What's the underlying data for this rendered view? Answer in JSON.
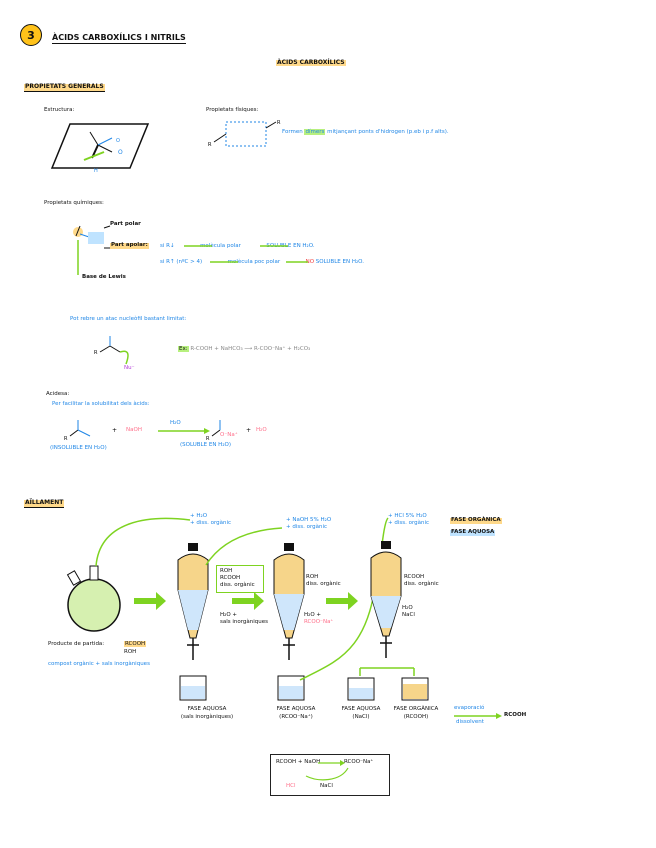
{
  "header": {
    "number": "3",
    "title": "ÀCIDS CARBOXÍLICS I NITRILS"
  },
  "section_title": "ÀCIDS CARBOXÍLICS",
  "properties": {
    "heading": "PROPIETATS GENERALS",
    "structure_label": "Estructura:",
    "physical_label": "Propietats físiques:",
    "physical_text_pre": "Formen",
    "physical_highlight": "dímers",
    "physical_text_post": "mitjançant ponts d'hidrogen (p.eb i p.f alts).",
    "chemical_label": "Propietats químiques:",
    "polar_part": "Part polar",
    "apolar_part": "Part apolar:",
    "apolar_line1_a": "si R↓",
    "apolar_line1_b": "molècula polar",
    "apolar_line1_c": "SOLUBLE EN H₂O.",
    "apolar_line2_a": "si R↑ (nºC > 4)",
    "apolar_line2_b": "molècula poc polar",
    "apolar_line2_c": "NO",
    "apolar_line2_d": "SOLUBLE EN H₂O.",
    "lewis_base": "Base de Lewis",
    "nucleophile_text": "Pot rebre un atac nucleòfil bastant limitat:",
    "nu_label": "Nu⁻",
    "example_label": "Ex:",
    "example_equation": "R-COOH + NaHCO₃ ⟶ R-COO⁻Na⁺ + H₂CO₃",
    "acidity_label": "Acidesa:",
    "acidity_text": "Per facilitar la solubilitat dels àcids:",
    "reaction_naoh": "NaOH",
    "reaction_h2o_arrow": "H₂O",
    "reaction_product_ion": "O⁻Na⁺",
    "reaction_h2o": "H₂O",
    "insoluble_label": "(INSOLUBLE EN H₂O)",
    "soluble_label": "(SOLUBLE EN H₂O)"
  },
  "isolation": {
    "heading": "AÏLLAMENT",
    "flask_label": "Producte de partida:",
    "flask_items": [
      "RCOOH",
      "ROH"
    ],
    "flask_note": "compost orgànic + sals inorgàniques",
    "step1_add": [
      "+ H₂O",
      "+ diss. orgànic"
    ],
    "step2_add": [
      "+ NaOH 5% H₂O",
      "+ diss. orgànic"
    ],
    "step3_add": [
      "+ HCl 5% H₂O",
      "+ diss. orgànic"
    ],
    "funnel1_top": [
      "ROH",
      "RCOOH",
      "diss. orgànic"
    ],
    "funnel1_bottom": [
      "H₂O +",
      "sals inorgàniques"
    ],
    "funnel2_top": [
      "ROH",
      "diss. orgànic"
    ],
    "funnel2_bottom": [
      "H₂O +",
      "RCOO⁻Na⁺"
    ],
    "funnel3_top": [
      "RCOOH",
      "diss. orgànic"
    ],
    "funnel3_bottom": [
      "H₂O",
      "NaCl"
    ],
    "legend_organic": "FASE ORGÀNICA",
    "legend_aqueous": "FASE AQUOSA",
    "beaker1": [
      "FASE AQUOSA",
      "(sals inorgàniques)"
    ],
    "beaker2": [
      "FASE AQUOSA",
      "(RCOO⁻Na⁺)"
    ],
    "beaker3": [
      "FASE AQUOSA",
      "(NaCl)"
    ],
    "beaker4": [
      "FASE ORGÀNICA",
      "(RCOOH)"
    ],
    "evaporation": "evaporació",
    "solvent": "dissolvent",
    "final_product": "RCOOH",
    "box_eq_left": "RCOOH + NaOH",
    "box_eq_right": "RCOO⁻Na⁺",
    "box_hcl": "HCl",
    "box_nacl": "NaCl"
  },
  "colors": {
    "badge": "#ffc21a",
    "organic": "#f6d58a",
    "aqueous": "#cfe6fb",
    "arrow": "#7ed321",
    "blue": "#1f86e6",
    "red": "#ef3b3b"
  }
}
